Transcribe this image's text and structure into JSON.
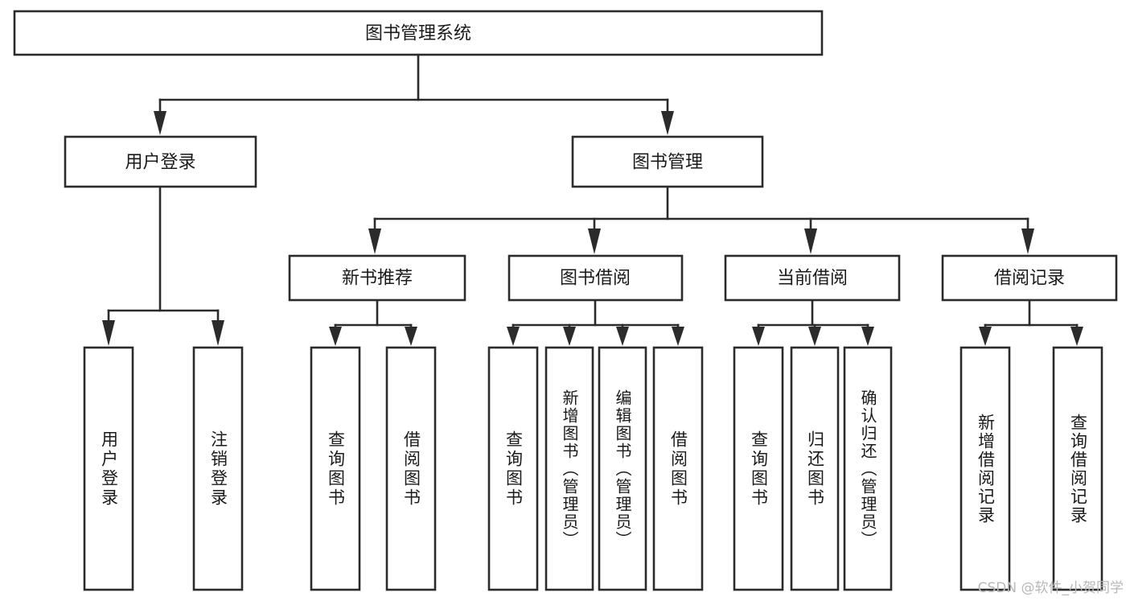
{
  "diagram": {
    "title": "图书管理系统",
    "type": "tree-hierarchy-diagram",
    "colors": {
      "box_stroke": "#2b2b2b",
      "box_fill": "#ffffff",
      "text": "#1a1a1a",
      "background": "#ffffff",
      "watermark": "#b8b8b8"
    },
    "root": {
      "label": "图书管理系统"
    },
    "level2": [
      {
        "label": "用户登录"
      },
      {
        "label": "图书管理"
      }
    ],
    "level3": [
      {
        "label": "新书推荐"
      },
      {
        "label": "图书借阅"
      },
      {
        "label": "当前借阅"
      },
      {
        "label": "借阅记录"
      }
    ],
    "leaves": {
      "user_login": [
        {
          "label": "用户登录"
        },
        {
          "label": "注销登录"
        }
      ],
      "new_book_recommend": [
        {
          "label": "查询图书"
        },
        {
          "label": "借阅图书"
        }
      ],
      "book_borrow": [
        {
          "label": "查询图书"
        },
        {
          "label": "新增图书（管理员）"
        },
        {
          "label": "编辑图书（管理员）"
        },
        {
          "label": "借阅图书"
        }
      ],
      "current_borrow": [
        {
          "label": "查询图书"
        },
        {
          "label": "归还图书"
        },
        {
          "label": "确认归还（管理员）"
        }
      ],
      "borrow_record": [
        {
          "label": "新增借阅记录"
        },
        {
          "label": "查询借阅记录"
        }
      ]
    }
  },
  "watermark": {
    "text": "CSDN @软件_小贺同学"
  }
}
